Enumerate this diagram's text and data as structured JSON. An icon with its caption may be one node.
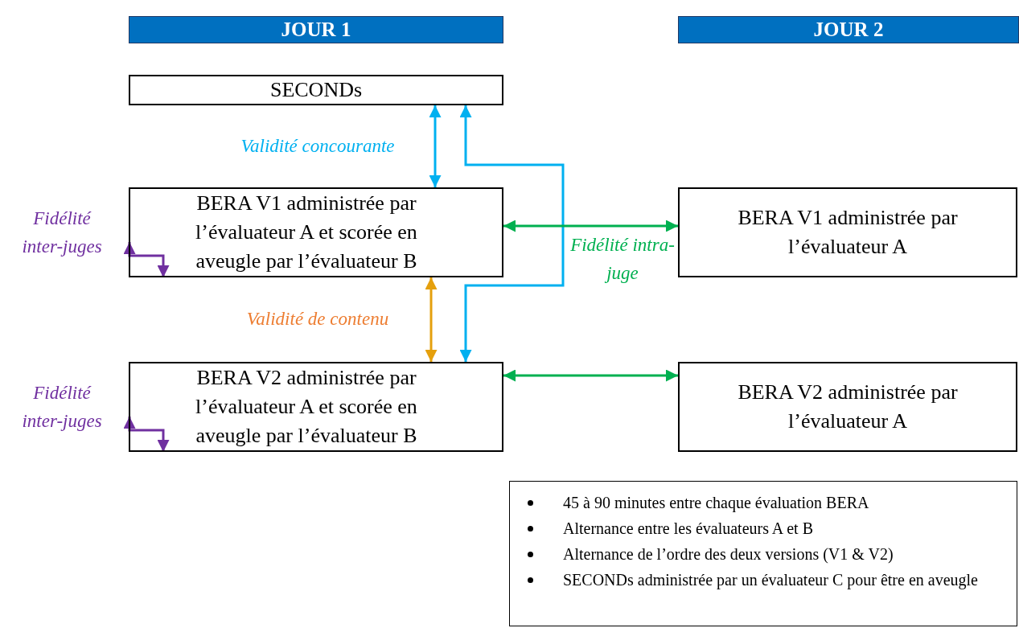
{
  "diagram": {
    "nodes": [
      {
        "text": [
          "JOUR 1"
        ]
      },
      {
        "text": [
          "JOUR 2"
        ]
      },
      {
        "text": [
          "SECONDs"
        ]
      },
      {
        "text": [
          "BERA V1 administrée par l’évaluateur A et scorée en aveugle par l’évaluateur B"
        ]
      },
      {
        "text": [
          "BERA V1 administrée par l’évaluateur A"
        ]
      },
      {
        "text": [
          "BERA V2 administrée par l’évaluateur A et scorée en aveugle par l’évaluateur B"
        ]
      },
      {
        "text": [
          "BERA V2 administrée par l’évaluateur A"
        ]
      },
      {
        "text": [
          "45 à 90 minutes entre chaque évaluation BERA",
          "Alternance entre les évaluateurs A et B",
          "Alternance de l’ordre des deux versions (V1 & V2)",
          "SECONDs administrée par un évaluateur C pour être en aveugle"
        ]
      }
    ],
    "edges": [
      {
        "from": 2,
        "to": 3,
        "arrow": "both",
        "label": "Validité concourante",
        "color": "#00b0f0"
      },
      {
        "from": 2,
        "to": 5,
        "arrow": "both",
        "color": "#00b0f0"
      },
      {
        "from": 3,
        "to": 5,
        "arrow": "both",
        "label": "Validité de contenu",
        "color": "#e5a00d"
      },
      {
        "from": 3,
        "to": 4,
        "arrow": "both",
        "label": "Fidélité intra-juge",
        "color": "#00b050"
      },
      {
        "from": 5,
        "to": 6,
        "arrow": "both",
        "color": "#00b050"
      },
      {
        "from": 3,
        "to": 3,
        "arrow": "both",
        "label": "Fidélité inter-juges",
        "color": "#7030a0"
      },
      {
        "from": 5,
        "to": 5,
        "arrow": "both",
        "label": "Fidélité inter-juges",
        "color": "#7030a0"
      }
    ]
  }
}
